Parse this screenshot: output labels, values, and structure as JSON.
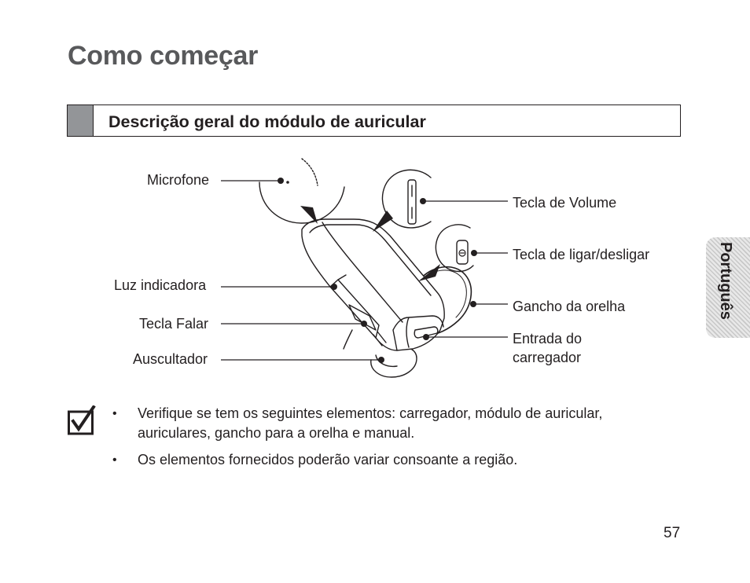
{
  "page": {
    "title": "Como começar",
    "section_title": "Descrição geral do módulo de auricular",
    "language_tab": "Português",
    "page_number": "57"
  },
  "callouts": {
    "microfone": "Microfone",
    "luz_indicadora": "Luz indicadora",
    "tecla_falar": "Tecla Falar",
    "auscultador": "Auscultador",
    "tecla_volume": "Tecla de Volume",
    "tecla_ligar": "Tecla de ligar/desligar",
    "gancho": "Gancho da orelha",
    "entrada_line1": "Entrada do",
    "entrada_line2": "carregador"
  },
  "notes": [
    "Verifique se tem os seguintes elementos: carregador, módulo de auricular, auriculares, gancho para a orelha e manual.",
    "Os elementos fornecidos poderão variar consoante a região."
  ],
  "icons": {
    "note": "checkbox-check-icon"
  }
}
